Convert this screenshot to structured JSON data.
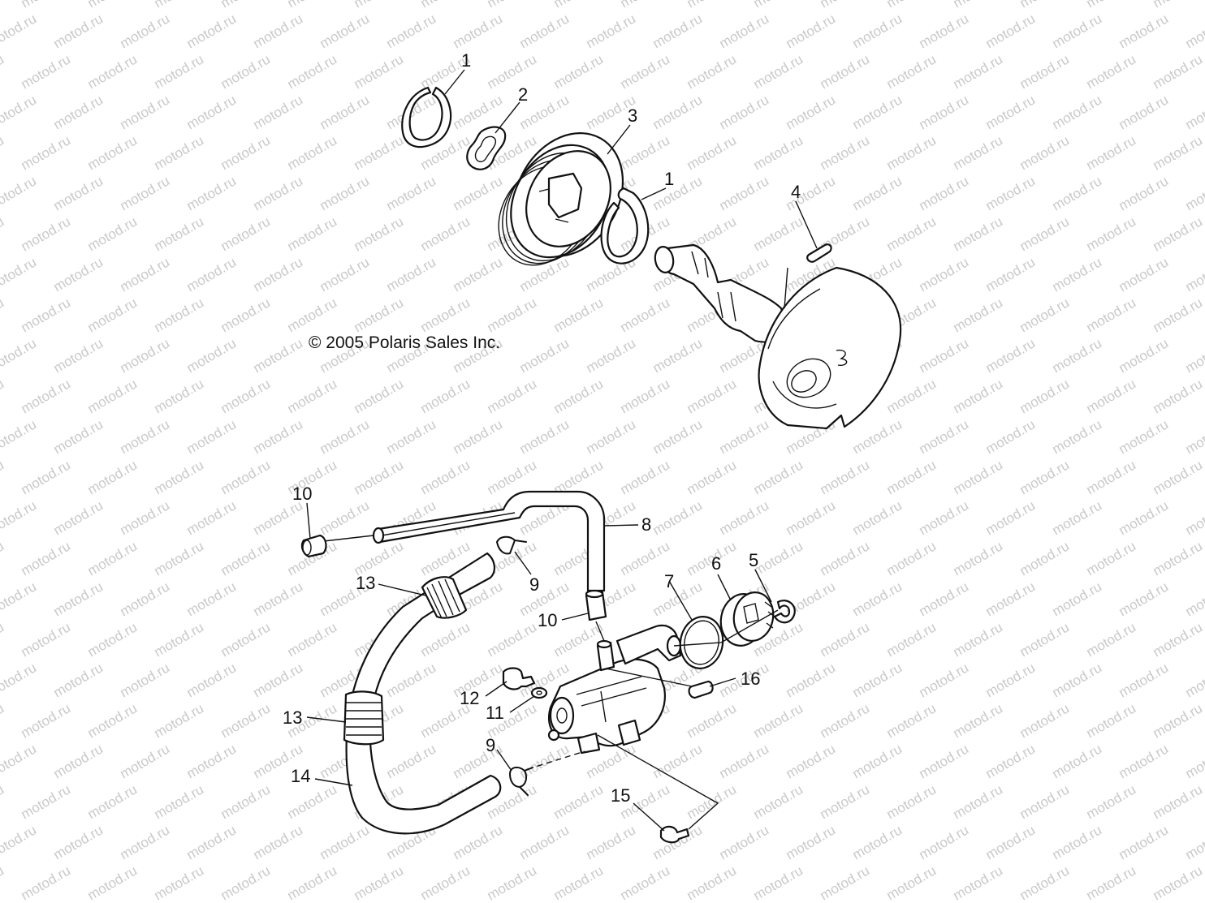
{
  "copyright": "© 2005 Polaris Sales Inc.",
  "watermark": "motod.ru",
  "callouts": {
    "c1a": "1",
    "c2": "2",
    "c3": "3",
    "c1b": "1",
    "c4": "4",
    "c10a": "10",
    "c8": "8",
    "c9a": "9",
    "c13a": "13",
    "c10b": "10",
    "c7": "7",
    "c6": "6",
    "c5": "5",
    "c16": "16",
    "c12": "12",
    "c11": "11",
    "c13b": "13",
    "c9b": "9",
    "c14": "14",
    "c15": "15"
  }
}
